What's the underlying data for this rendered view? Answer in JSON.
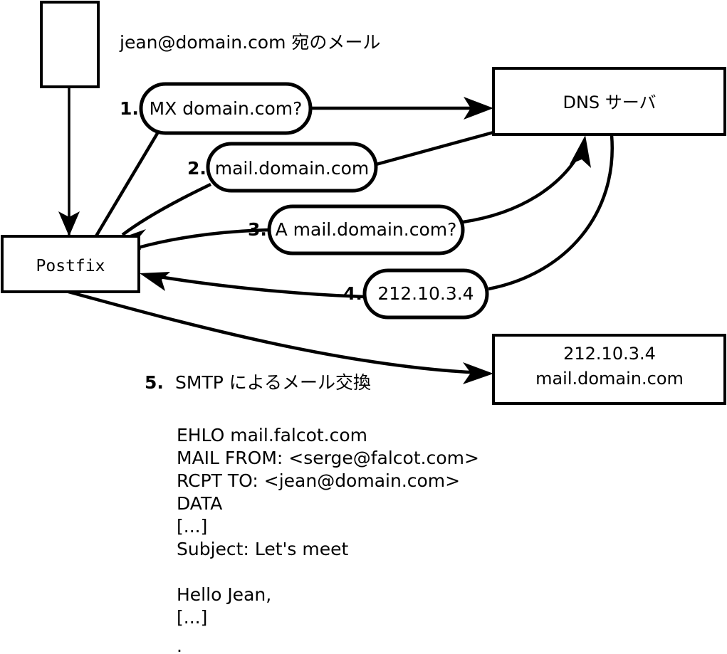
{
  "diagram": {
    "title_note": "jean@domain.com 宛のメール",
    "nodes": {
      "sender_box": {
        "label": ""
      },
      "postfix": {
        "label": "Postfix"
      },
      "dns_server": {
        "label": "DNS サーバ"
      },
      "destination": {
        "line1": "212.10.3.4",
        "line2": "mail.domain.com"
      }
    },
    "steps": [
      {
        "num": "1.",
        "text": "MX domain.com?"
      },
      {
        "num": "2.",
        "text": "mail.domain.com"
      },
      {
        "num": "3.",
        "text": "A mail.domain.com?"
      },
      {
        "num": "4.",
        "text": "212.10.3.4"
      },
      {
        "num": "5.",
        "text": "SMTP によるメール交換"
      }
    ],
    "smtp_transcript": [
      "EHLO mail.falcot.com",
      "MAIL FROM: <serge@falcot.com>",
      "RCPT TO: <jean@domain.com>",
      "DATA",
      "[...]",
      "Subject: Let's meet",
      "",
      "Hello Jean,",
      "[...]",
      "",
      "."
    ],
    "colors": {
      "stroke": "#000000",
      "fill": "#ffffff",
      "text": "#000000"
    }
  }
}
